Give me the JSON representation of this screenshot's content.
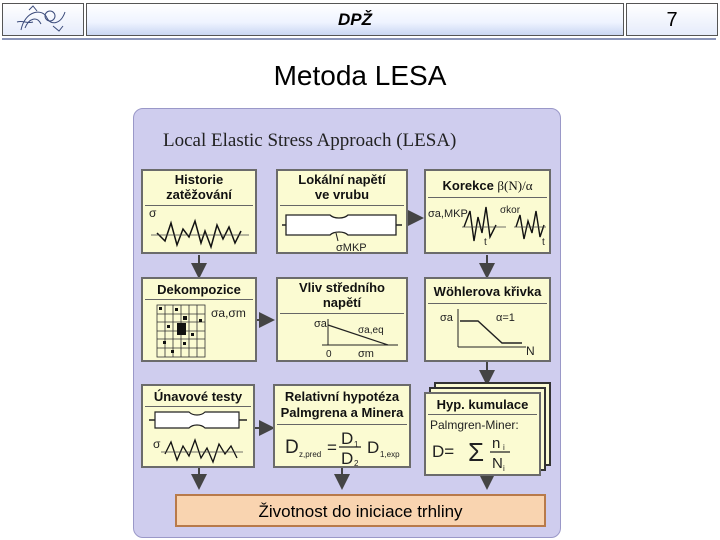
{
  "header": {
    "title": "DPŽ",
    "page_number": "7"
  },
  "slide": {
    "title": "Metoda LESA"
  },
  "diagram": {
    "heading": "Local Elastic Stress Approach (LESA)",
    "boxes": [
      {
        "id": "historie",
        "title_line1": "Historie",
        "title_line2": "zatěžování",
        "labels": [
          "σ"
        ]
      },
      {
        "id": "lokalni",
        "title_line1": "Lokální napětí",
        "title_line2": "ve vrubu",
        "labels": [
          "σMKP"
        ]
      },
      {
        "id": "korekce",
        "title_line1": "Korekce",
        "title_suffix": "β(N)/α",
        "labels": [
          "σa,MKP",
          "σkor",
          "t",
          "t"
        ]
      },
      {
        "id": "dekompozice",
        "title_line1": "Dekompozice",
        "labels": [
          "σa,σm"
        ]
      },
      {
        "id": "vliv",
        "title_line1": "Vliv středního",
        "title_line2": "napětí",
        "labels": [
          "σa",
          "σa,eq",
          "0",
          "σm"
        ]
      },
      {
        "id": "wohler",
        "title_line1": "Wöhlerova křivka",
        "labels": [
          "σa",
          "α=1",
          "N"
        ]
      },
      {
        "id": "unavove",
        "title_line1": "Únavové testy",
        "labels": [
          "σ"
        ]
      },
      {
        "id": "relativni",
        "title_line1": "Relativní hypotéza",
        "title_line2": "Palmgrena a Minera",
        "labels": [
          "D",
          "z,pred",
          "=",
          "D",
          "1",
          "D",
          "2",
          "D",
          "1,exp"
        ]
      },
      {
        "id": "kumulace",
        "title_line1": "Hyp. kumulace",
        "title_line2": "Palmgren-Miner:",
        "labels": [
          "D=",
          "Σ",
          "n",
          "N",
          "i",
          "i"
        ]
      }
    ],
    "result": "Životnost do iniciace trhliny"
  },
  "colors": {
    "panel_bg": "#cfcdee",
    "box_bg": "#fbfbd2",
    "result_bg": "#f9d4b0",
    "arrow": "#444444"
  }
}
